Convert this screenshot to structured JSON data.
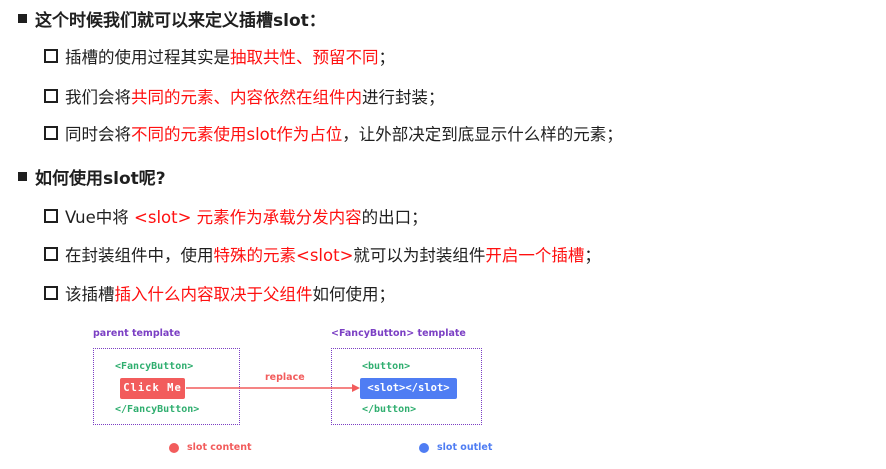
{
  "section1": {
    "title": "这个时候我们就可以来定义插槽slot：",
    "items": [
      [
        {
          "t": "插槽的使用过程其实是",
          "red": false
        },
        {
          "t": "抽取共性、预留不同",
          "red": true
        },
        {
          "t": "；",
          "red": false
        }
      ],
      [
        {
          "t": "我们会将",
          "red": false
        },
        {
          "t": "共同的元素、内容依然在组件内",
          "red": true
        },
        {
          "t": "进行封装；",
          "red": false
        }
      ],
      [
        {
          "t": "同时会将",
          "red": false
        },
        {
          "t": "不同的元素使用slot作为占位",
          "red": true
        },
        {
          "t": "，让外部决定到底显示什么样的元素；",
          "red": false
        }
      ]
    ]
  },
  "section2": {
    "title": "如何使用slot呢?",
    "items": [
      [
        {
          "t": "Vue中将 ",
          "red": false
        },
        {
          "t": "<slot> 元素作为承载分发内容",
          "red": true
        },
        {
          "t": "的出口；",
          "red": false
        }
      ],
      [
        {
          "t": "在封装组件中，使用",
          "red": false
        },
        {
          "t": "特殊的元素<slot>",
          "red": true
        },
        {
          "t": "就可以为封装组件",
          "red": false
        },
        {
          "t": "开启一个插槽",
          "red": true
        },
        {
          "t": "；",
          "red": false
        }
      ],
      [
        {
          "t": "该插槽",
          "red": false
        },
        {
          "t": "插入什么内容取决于父组件",
          "red": true
        },
        {
          "t": "如何使用；",
          "red": false
        }
      ]
    ]
  },
  "diagram": {
    "parent_label": "parent template",
    "child_label": "<FancyButton> template",
    "parent_open": "<FancyButton>",
    "parent_button": "Click Me",
    "parent_close": "</FancyButton>",
    "replace_label": "replace",
    "child_open": "<button>",
    "child_slot": "<slot></slot>",
    "child_close": "</button>",
    "legend_content": "slot content",
    "legend_outlet": "slot outlet",
    "colors": {
      "frame": "#7b3fc4",
      "code": "#2fae6f",
      "slot_content": "#f25c5c",
      "slot_outlet": "#4f7df3",
      "label_parent": "#7b3fc4",
      "label_child": "#7b3fc4",
      "text_red": "#ff1010"
    }
  }
}
